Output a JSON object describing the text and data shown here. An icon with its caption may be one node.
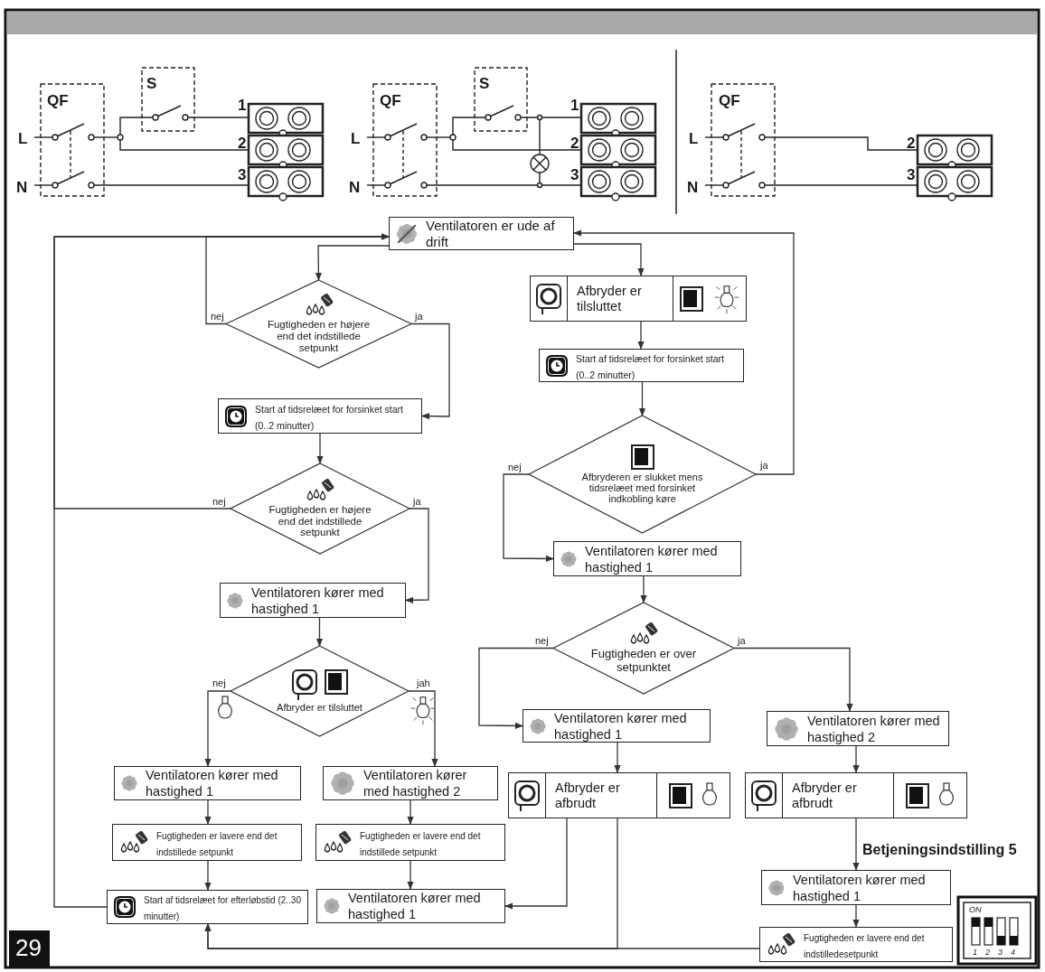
{
  "diagram": {
    "nodes": [
      {
        "text": [
          "Ventilatoren er ude af drift"
        ]
      },
      {
        "text": [
          "Fugtigheden er højere end det indstillede setpunkt"
        ]
      },
      {
        "text": [
          "Start af tidsrelæet for forsinket start (0..2 minutter)"
        ]
      },
      {
        "text": [
          "Fugtigheden er højere end det indstillede setpunkt"
        ]
      },
      {
        "text": [
          "Ventilatoren kører med hastighed 1"
        ]
      },
      {
        "text": [
          "Afbryder er tilsluttet"
        ]
      },
      {
        "text": [
          "Ventilatoren kører  med hastighed 1"
        ]
      },
      {
        "text": [
          "Ventilatoren kører med hastighed 2"
        ]
      },
      {
        "text": [
          "Fugtigheden er lavere end det indstillede setpunkt"
        ]
      },
      {
        "text": [
          "Fugtigheden er lavere end det indstillede setpunkt"
        ]
      },
      {
        "text": [
          "Start af tidsrelæet for efterløbstid (2..30 minutter)"
        ]
      },
      {
        "text": [
          "Ventilatoren kører med hastighed 1"
        ]
      },
      {
        "text": [
          "Afbryder er tilsluttet"
        ]
      },
      {
        "text": [
          "Start af tidsrelæet for forsinket start (0..2 minutter)"
        ]
      },
      {
        "text": [
          "Afbryderen er slukket mens tidsrelæet med forsinket indkobling køre"
        ]
      },
      {
        "text": [
          "Ventilatoren kører med hastighed 1"
        ]
      },
      {
        "text": [
          "Fugtigheden er over setpunktet"
        ]
      },
      {
        "text": [
          "Ventilatoren kører med hastighed 1"
        ]
      },
      {
        "text": [
          "Ventilatoren kører med hastighed 2"
        ]
      },
      {
        "text": [
          "Afbryder er afbrudt"
        ]
      },
      {
        "text": [
          "Afbryder er afbrudt"
        ]
      },
      {
        "text": [
          "Ventilatoren kører med hastighed 1"
        ]
      },
      {
        "text": [
          "Fugtigheden er lavere end det indstilledesetpunkt"
        ]
      }
    ],
    "edges": [
      {
        "from": 0,
        "to": 1,
        "arrow": "to"
      },
      {
        "from": 1,
        "to": 0,
        "arrow": "to",
        "label": "nej"
      },
      {
        "from": 1,
        "to": 2,
        "arrow": "to",
        "label": "ja"
      },
      {
        "from": 2,
        "to": 3,
        "arrow": "to"
      },
      {
        "from": 3,
        "to": 0,
        "arrow": "to",
        "label": "nej"
      },
      {
        "from": 3,
        "to": 4,
        "arrow": "to",
        "label": "ja"
      },
      {
        "from": 4,
        "to": 5,
        "arrow": "to"
      },
      {
        "from": 5,
        "to": 6,
        "arrow": "to",
        "label": "nej"
      },
      {
        "from": 5,
        "to": 7,
        "arrow": "to",
        "label": "jah"
      },
      {
        "from": 6,
        "to": 8,
        "arrow": "to"
      },
      {
        "from": 8,
        "to": 10,
        "arrow": "to"
      },
      {
        "from": 7,
        "to": 9,
        "arrow": "to"
      },
      {
        "from": 9,
        "to": 11,
        "arrow": "to"
      },
      {
        "from": 10,
        "to": 0,
        "arrow": "to"
      },
      {
        "from": 0,
        "to": 12,
        "arrow": "to"
      },
      {
        "from": 12,
        "to": 13,
        "arrow": "to"
      },
      {
        "from": 13,
        "to": 14,
        "arrow": "to"
      },
      {
        "from": 14,
        "to": 0,
        "arrow": "to",
        "label": "ja"
      },
      {
        "from": 14,
        "to": 15,
        "arrow": "to",
        "label": "nej"
      },
      {
        "from": 15,
        "to": 16,
        "arrow": "to"
      },
      {
        "from": 16,
        "to": 17,
        "arrow": "to",
        "label": "nej"
      },
      {
        "from": 16,
        "to": 18,
        "arrow": "to",
        "label": "ja"
      },
      {
        "from": 17,
        "to": 19,
        "arrow": "to"
      },
      {
        "from": 18,
        "to": 20,
        "arrow": "to"
      },
      {
        "from": 19,
        "to": 11,
        "arrow": "to"
      },
      {
        "from": 19,
        "to": 10,
        "arrow": "to"
      },
      {
        "from": 22,
        "to": 10,
        "arrow": "to"
      },
      {
        "from": 20,
        "to": 21,
        "arrow": "to"
      },
      {
        "from": 21,
        "to": 22,
        "arrow": "to"
      }
    ],
    "labels": [
      "S",
      "QF",
      "L",
      "1",
      "2",
      "N",
      "3",
      "S",
      "QF",
      "L",
      "1",
      "2",
      "N",
      "3",
      "QF",
      "L",
      "2",
      "N",
      "3",
      "Betjeningsindstilling 5",
      "ON",
      "1",
      "2",
      "3",
      "4",
      "29"
    ]
  }
}
